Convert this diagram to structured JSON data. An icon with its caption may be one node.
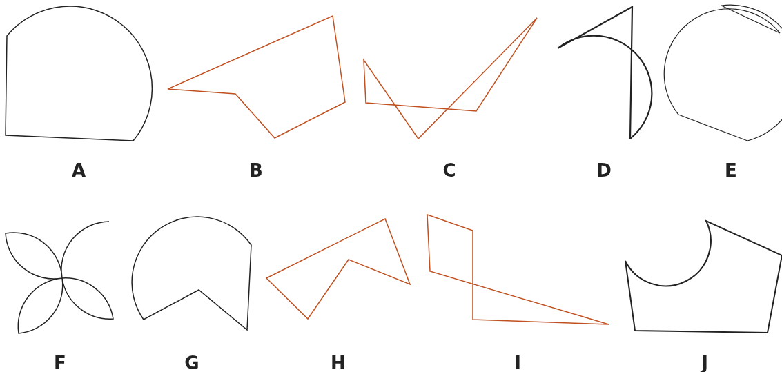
{
  "diagram": {
    "labels": [
      "A",
      "B",
      "C",
      "D",
      "E",
      "F",
      "G",
      "H",
      "I",
      "J"
    ]
  }
}
